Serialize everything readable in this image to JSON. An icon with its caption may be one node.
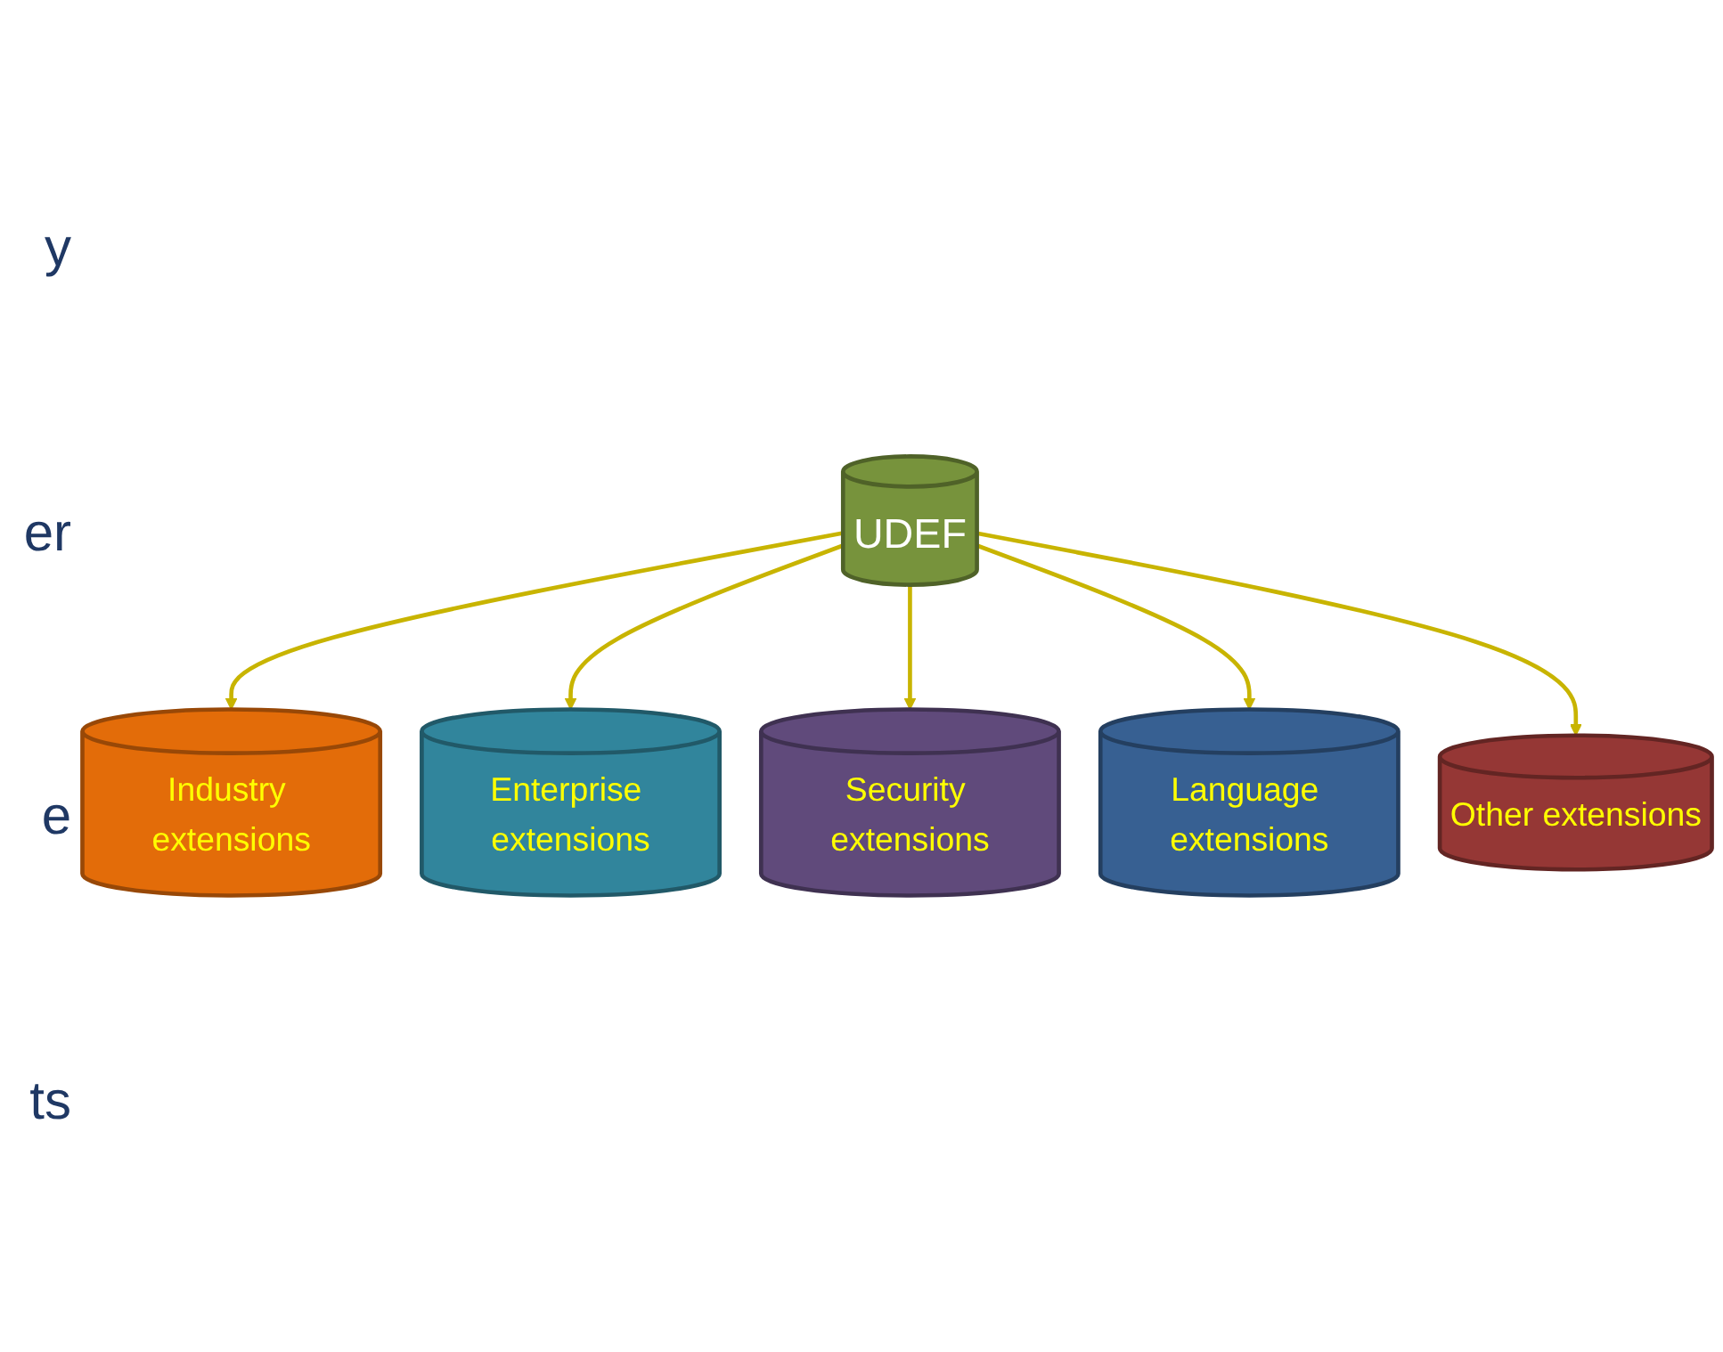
{
  "diagram": {
    "nodes": [
      {
        "text": [
          "UDEF"
        ]
      },
      {
        "text": [
          "Industry extensions"
        ]
      },
      {
        "text": [
          "Enterprise extensions"
        ]
      },
      {
        "text": [
          "Security extensions"
        ]
      },
      {
        "text": [
          "Language extensions"
        ]
      },
      {
        "text": [
          "Other extensions"
        ]
      }
    ],
    "edges": [
      {
        "from": 0,
        "to": 1,
        "arrow": "to"
      },
      {
        "from": 0,
        "to": 2,
        "arrow": "to"
      },
      {
        "from": 0,
        "to": 3,
        "arrow": "to"
      },
      {
        "from": 0,
        "to": 4,
        "arrow": "to"
      },
      {
        "from": 0,
        "to": 5,
        "arrow": "to"
      }
    ],
    "labels": [
      "y",
      "er",
      "e",
      "ts"
    ]
  }
}
